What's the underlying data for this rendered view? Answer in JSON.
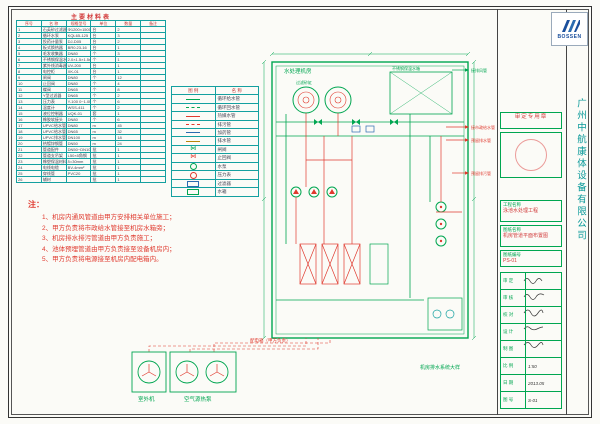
{
  "colors": {
    "green": "#00a651",
    "teal": "#14a0a0",
    "red": "#e03a2f",
    "blue": "#2b6cb0",
    "logo_blue": "#1a4f9c"
  },
  "materials_table": {
    "title": "主要材料表",
    "headers": [
      "序号",
      "名 称",
      "规格型号",
      "单位",
      "数量",
      "备注"
    ],
    "rows": [
      [
        "1",
        "石英砂过滤器",
        "Φ1200×1500",
        "台",
        "2",
        ""
      ],
      [
        "2",
        "循环水泵",
        "KQL65-125",
        "台",
        "3",
        ""
      ],
      [
        "3",
        "投药计量泵",
        "DJ-D05",
        "台",
        "2",
        ""
      ],
      [
        "4",
        "板式换热器",
        "BR0.23-16",
        "台",
        "1",
        ""
      ],
      [
        "5",
        "毛发收集器",
        "DN80",
        "个",
        "3",
        ""
      ],
      [
        "6",
        "不锈钢保温水箱",
        "2.0×1.5×1.5m",
        "个",
        "1",
        ""
      ],
      [
        "7",
        "紫外线消毒器",
        "UV-200",
        "台",
        "1",
        ""
      ],
      [
        "8",
        "电控柜",
        "XK-01",
        "台",
        "1",
        ""
      ],
      [
        "9",
        "闸阀",
        "DN80",
        "个",
        "12",
        ""
      ],
      [
        "10",
        "止回阀",
        "DN80",
        "个",
        "4",
        ""
      ],
      [
        "11",
        "蝶阀",
        "DN65",
        "个",
        "8",
        ""
      ],
      [
        "12",
        "Y型过滤器",
        "DN65",
        "个",
        "2",
        ""
      ],
      [
        "13",
        "压力表",
        "Y-100 0~1.0MPa",
        "个",
        "6",
        ""
      ],
      [
        "14",
        "温度计",
        "WSS-411",
        "个",
        "2",
        ""
      ],
      [
        "15",
        "液位控制器",
        "UQK-01",
        "套",
        "1",
        ""
      ],
      [
        "16",
        "橡胶软接头",
        "DN80",
        "个",
        "6",
        ""
      ],
      [
        "17",
        "UPVC给水管",
        "DN80",
        "m",
        "45",
        ""
      ],
      [
        "18",
        "UPVC给水管",
        "DN65",
        "m",
        "32",
        ""
      ],
      [
        "19",
        "UPVC排水管",
        "DN100",
        "m",
        "18",
        ""
      ],
      [
        "20",
        "热镀锌钢管",
        "DN50",
        "m",
        "24",
        ""
      ],
      [
        "21",
        "管道配件",
        "DN50~DN100",
        "批",
        "1",
        ""
      ],
      [
        "22",
        "管道支吊架",
        "L50×5角钢",
        "批",
        "1",
        ""
      ],
      [
        "23",
        "橡塑保温材料",
        "δ=30mm",
        "批",
        "1",
        ""
      ],
      [
        "24",
        "电线电缆",
        "BV-4mm²",
        "批",
        "1",
        ""
      ],
      [
        "25",
        "穿线管",
        "PVC20",
        "批",
        "1",
        ""
      ],
      [
        "26",
        "辅材",
        "",
        "批",
        "1",
        ""
      ]
    ]
  },
  "legend": {
    "headers": [
      "图 例",
      "名 称"
    ],
    "rows": [
      {
        "sym": "line",
        "color": "#00a651",
        "label": "循环给水管"
      },
      {
        "sym": "dash",
        "color": "#00a651",
        "label": "循环回水管"
      },
      {
        "sym": "line",
        "color": "#e03a2f",
        "label": "热媒水管"
      },
      {
        "sym": "dash",
        "color": "#e03a2f",
        "label": "排污管"
      },
      {
        "sym": "line",
        "color": "#2b6cb0",
        "label": "加药管"
      },
      {
        "sym": "line",
        "color": "#b8860b",
        "label": "排水管"
      },
      {
        "sym": "bowtie",
        "color": "#00a651",
        "label": "闸阀"
      },
      {
        "sym": "bowtie",
        "color": "#e03a2f",
        "label": "止回阀"
      },
      {
        "sym": "circle",
        "color": "#00a651",
        "label": "水泵"
      },
      {
        "sym": "circle",
        "color": "#e03a2f",
        "label": "压力表"
      },
      {
        "sym": "rect",
        "color": "#2b6cb0",
        "label": "过滤器"
      },
      {
        "sym": "rect",
        "color": "#00a651",
        "label": "水箱"
      }
    ]
  },
  "notes": {
    "title": "注：",
    "items": [
      "1、机房内通风管道由甲方安排相关单位施工；",
      "2、甲方负责将市政给水管接至机房水箱旁；",
      "3、机房排水排污管道由甲方负责施工；",
      "4、池体预埋管道由甲方负责接至设备机房内；",
      "5、甲方负责将电源接至机房内配电箱内。"
    ]
  },
  "plan": {
    "room_label": "水处理机房",
    "filter_label": "过滤砂缸",
    "tank_label": "不锈钢保温水箱",
    "right_labels": [
      {
        "text": "接排风管",
        "color": "#00a651"
      },
      {
        "text": "接市政给水管",
        "color": "#e03a2f"
      },
      {
        "text": "预留排水管",
        "color": "#e03a2f"
      },
      {
        "text": "预留排污管",
        "color": "#e03a2f"
      }
    ],
    "power_label": "配电箱（甲方负责）",
    "detail_label": "机房排水系统大样",
    "unit_labels": [
      "室外机",
      "空气源热泵"
    ]
  },
  "title_block": {
    "logo_text": "BOSSEN",
    "company": "广州中航康体设备有限公司",
    "approval_note": "审定专用章",
    "fields": [
      {
        "label": "工程名称",
        "value": "泳池水处理工程"
      },
      {
        "label": "图纸名称",
        "value": "机房管道平面布置图"
      },
      {
        "label": "图纸编号",
        "value": "PS-01"
      }
    ],
    "sign_rows": [
      {
        "label": "审 定",
        "value": ""
      },
      {
        "label": "审 核",
        "value": ""
      },
      {
        "label": "校 对",
        "value": ""
      },
      {
        "label": "设 计",
        "value": ""
      },
      {
        "label": "制 图",
        "value": ""
      },
      {
        "label": "比 例",
        "value": "1:50"
      },
      {
        "label": "日 期",
        "value": "2013.05"
      },
      {
        "label": "图 号",
        "value": "S-01"
      }
    ]
  }
}
